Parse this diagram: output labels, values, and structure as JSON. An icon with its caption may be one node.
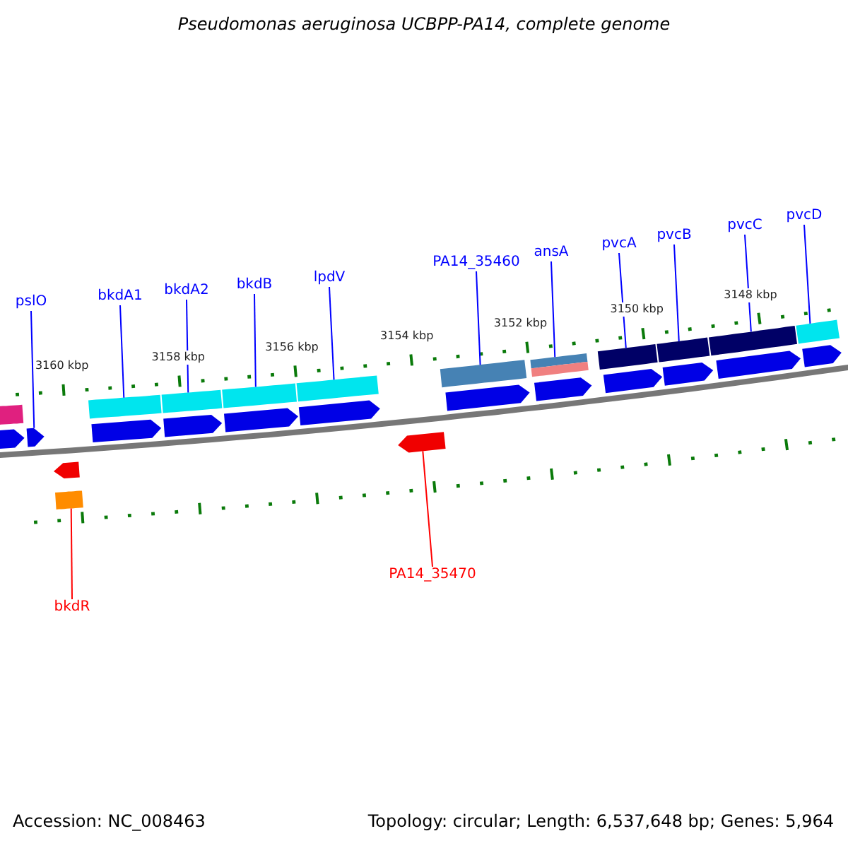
{
  "diagram": {
    "title": "Pseudomonas aeruginosa UCBPP-PA14, complete genome",
    "nodes": [
      {
        "text": [
          "pslO"
        ]
      },
      {
        "text": [
          "bkdA1"
        ]
      },
      {
        "text": [
          "bkdA2"
        ]
      },
      {
        "text": [
          "bkdB"
        ]
      },
      {
        "text": [
          "lpdV"
        ]
      },
      {
        "text": [
          "PA14_35460"
        ]
      },
      {
        "text": [
          "ansA"
        ]
      },
      {
        "text": [
          "pvcA"
        ]
      },
      {
        "text": [
          "pvcB"
        ]
      },
      {
        "text": [
          "pvcC"
        ]
      },
      {
        "text": [
          "pvcD"
        ]
      },
      {
        "text": [
          "bkdR"
        ]
      },
      {
        "text": [
          "PA14_35470"
        ]
      },
      {
        "text": [],
        "shape": "arrow"
      },
      {
        "text": [],
        "shape": "arrow"
      },
      {
        "text": [],
        "shape": "arrow"
      },
      {
        "text": [],
        "shape": "arrow"
      },
      {
        "text": [],
        "shape": "arrow"
      },
      {
        "text": [],
        "shape": "arrow"
      },
      {
        "text": [],
        "shape": "arrow"
      },
      {
        "text": [],
        "shape": "arrow"
      },
      {
        "text": [],
        "shape": "arrow"
      },
      {
        "text": [],
        "shape": "arrow"
      },
      {
        "text": [],
        "shape": "arrow"
      },
      {
        "text": [],
        "shape": "arrow"
      },
      {
        "text": [],
        "shape": "arrow"
      },
      {
        "text": [],
        "shape": "arrow"
      }
    ],
    "edges": [
      {
        "from": 0,
        "to": 14,
        "arrow": "none"
      },
      {
        "from": 1,
        "to": 16,
        "arrow": "none"
      },
      {
        "from": 2,
        "to": 17,
        "arrow": "none"
      },
      {
        "from": 3,
        "to": 18,
        "arrow": "none"
      },
      {
        "from": 4,
        "to": 19,
        "arrow": "none"
      },
      {
        "from": 5,
        "to": 21,
        "arrow": "none"
      },
      {
        "from": 6,
        "to": 22,
        "arrow": "none"
      },
      {
        "from": 7,
        "to": 23,
        "arrow": "none"
      },
      {
        "from": 8,
        "to": 24,
        "arrow": "none"
      },
      {
        "from": 9,
        "to": 25,
        "arrow": "none"
      },
      {
        "from": 10,
        "to": 26,
        "arrow": "none"
      },
      {
        "from": 11,
        "to": 15,
        "arrow": "none",
        "color": "#ff0000"
      },
      {
        "from": 12,
        "to": 20,
        "arrow": "none",
        "color": "#ff0000"
      }
    ],
    "labels": [
      "3160 kbp",
      "3158 kbp",
      "3156 kbp",
      "3154 kbp",
      "3152 kbp",
      "3150 kbp",
      "3148 kbp",
      "Accession: NC_008463",
      "Topology: circular; Length: 6,537,648 bp; Genes: 5,964"
    ]
  }
}
